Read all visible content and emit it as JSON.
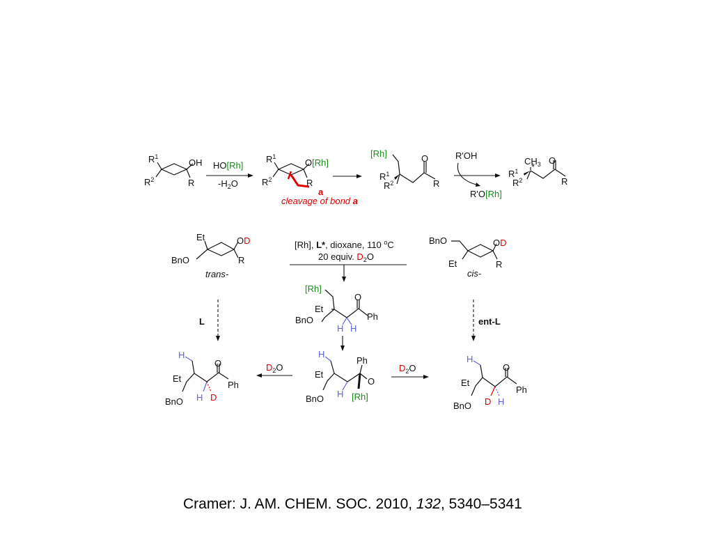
{
  "scheme": {
    "reagents": {
      "step1_top_prefix": "HO",
      "rh": "[Rh]",
      "step1_bottom": "-H",
      "sub2": "2",
      "o": "O",
      "step3_top": "R'OH",
      "step3_bottom_prefix": "R'O",
      "mid_top_a": "[Rh], ",
      "mid_top_L": "L*",
      "mid_top_b": ", dioxane, 110 ",
      "mid_top_deg": "o",
      "mid_top_c": "C",
      "mid_bottom_a": "20 equiv. ",
      "d": "D"
    },
    "atoms": {
      "R": "R",
      "R1": "R",
      "sup1": "1",
      "sup2": "2",
      "OH": "OH",
      "O": "O",
      "Ph": "Ph",
      "Et": "Et",
      "BnO": "BnO",
      "H": "H",
      "D": "D",
      "CH3_C": "CH",
      "CH3_3": "3",
      "star": "*",
      "bond_a": "a"
    },
    "captions": {
      "cleavage": "cleavage of bond ",
      "cleavage_bond": "a",
      "trans": "trans-",
      "cis": "cis-",
      "ligand_L": "L",
      "ligand_entL": "ent-L"
    }
  },
  "citation": {
    "prefix": "Cramer: J. AM. CHEM. SOC. 2010, ",
    "volume": "132",
    "suffix": ", 5340–5341"
  },
  "colors": {
    "rhodium": "#1a8a1a",
    "deuterium": "#e00000",
    "hydrogen": "#6060e0",
    "bond_a": "#e00000"
  }
}
